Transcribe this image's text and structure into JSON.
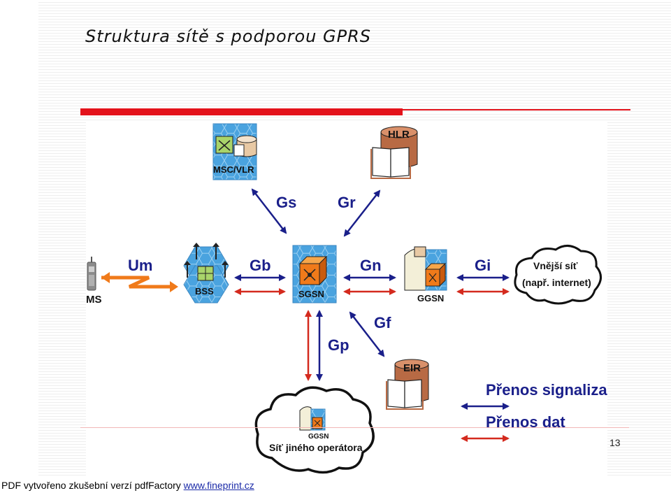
{
  "slide": {
    "title": "Struktura sítě s podporou GPRS",
    "page_number": "13"
  },
  "diagram": {
    "nodes": {
      "ms": "MS",
      "bss": "BSS",
      "sgsn": "SGSN",
      "ggsn": "GGSN",
      "msc_vlr": "MSC/VLR",
      "hlr": "HLR",
      "eir": "EIR",
      "external_line1": "Vnější síť",
      "external_line2": "(např. internet)",
      "other_ggsn": "GGSN",
      "other_operator": "Síť jiného operátora"
    },
    "interfaces": {
      "um": "Um",
      "gb": "Gb",
      "gn": "Gn",
      "gi": "Gi",
      "gs": "Gs",
      "gr": "Gr",
      "gf": "Gf",
      "gp": "Gp"
    },
    "legend": {
      "signaling": "Přenos signalizace",
      "data": "Přenos dat"
    },
    "colors": {
      "signaling": "#1a1f8a",
      "data": "#d42a1e",
      "radio": "#f07a1a",
      "network_element": "#f07a1a",
      "hex_background": "#4aa3df"
    }
  },
  "footer": {
    "text": "PDF vytvořeno zkušební verzí pdfFactory",
    "link": "www.fineprint.cz"
  }
}
